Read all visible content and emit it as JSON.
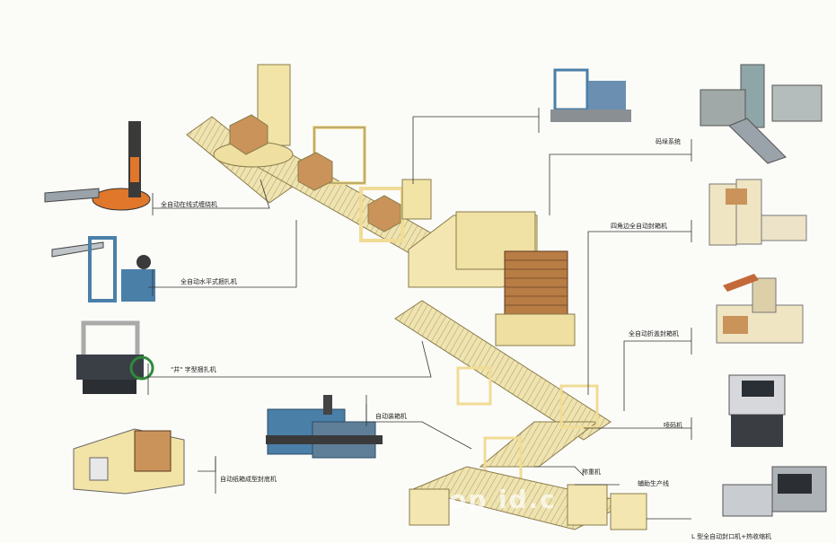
{
  "labels": {
    "stretch_wrapper": "全自动在线式缠绕机",
    "horizontal_strapper": "全自动水平式捆扎机",
    "cross_strapper": "\"井\" 字型捆扎机",
    "carton_erector": "自动纸箱成型封底机",
    "palletizer": "码垛系统",
    "four_corner_sealer": "四角边全自动封箱机",
    "flap_sealer": "全自动折盖封箱机",
    "inkjet_printer": "喷码机",
    "case_packer": "自动装箱机",
    "weigher": "称重机",
    "packing_line": "辅助生产线",
    "l_sealer_shrink": "L 型全自动封口机+热收缩机"
  },
  "watermark": "op   id.c",
  "colors": {
    "frame": "#f2e3a6",
    "frame_edge": "#8a7c4a",
    "conveyor": "#e8d9a0",
    "box": "#c9935a",
    "line": "#333333",
    "machine_blue": "#4a7fa8",
    "machine_gray": "#8a8f94"
  }
}
